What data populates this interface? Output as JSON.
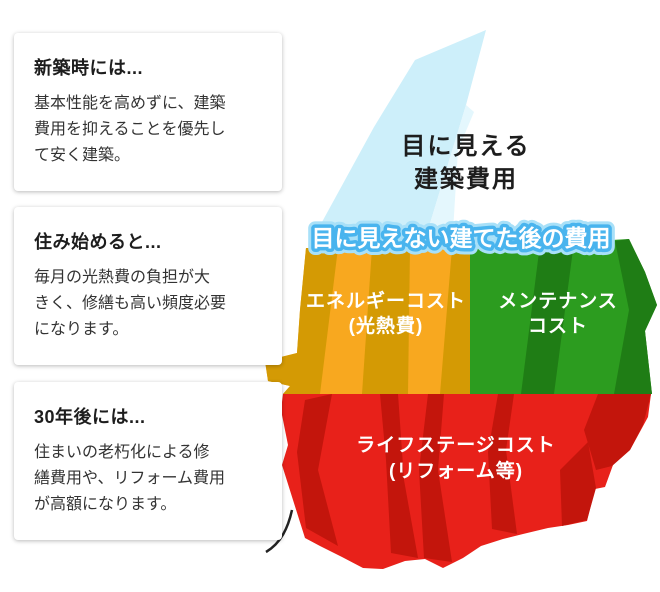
{
  "callouts": [
    {
      "title": "新築時には...",
      "body": "基本性能を高めずに、建築費用を抑えることを優先して安く建築。",
      "lines": [
        "基本性能を高めずに、建築",
        "費用を抑えることを優先し",
        "て安く建築。"
      ]
    },
    {
      "title": "住み始めると...",
      "body": "毎月の光熱費の負担が大きく、修繕も高い頻度必要になります。",
      "lines": [
        "毎月の光熱費の負担が大",
        "きく、修繕も高い頻度必要",
        "になります。"
      ]
    },
    {
      "title": "30年後には...",
      "body": "住まいの老朽化による修繕費用や、リフォーム費用が高額になります。",
      "lines": [
        "住まいの老朽化による修",
        "繕費用や、リフォーム費用",
        "が高額になります。"
      ]
    }
  ],
  "iceberg": {
    "visible": {
      "line1": "目に見える",
      "line2": "建築費用"
    },
    "banner": "目に見えない建てた後の費用",
    "sections": {
      "energy": {
        "line1": "エネルギーコスト",
        "line2": "(光熱費)"
      },
      "maintenance": {
        "line1": "メンテナンス",
        "line2": "コスト"
      },
      "lifestage": {
        "line1": "ライフステージコスト",
        "line2": "(リフォーム等)"
      }
    },
    "colors": {
      "ice_white": "#ffffff",
      "ice_shadow": "#cdeffa",
      "ice_mid": "#e4f7fd",
      "banner_fill": "#ffffff",
      "banner_stroke": "#49b4ee",
      "banner_halo": "#a8e0f8",
      "energy": "#f8a81f",
      "energy_dark": "#d49a04",
      "maintenance": "#2c9c1f",
      "maintenance_dark": "#1f7d15",
      "lifestage": "#e8211a",
      "lifestage_dark": "#c3150c",
      "label_light": "#ffffff",
      "label_dark": "#1d1d1d"
    }
  }
}
